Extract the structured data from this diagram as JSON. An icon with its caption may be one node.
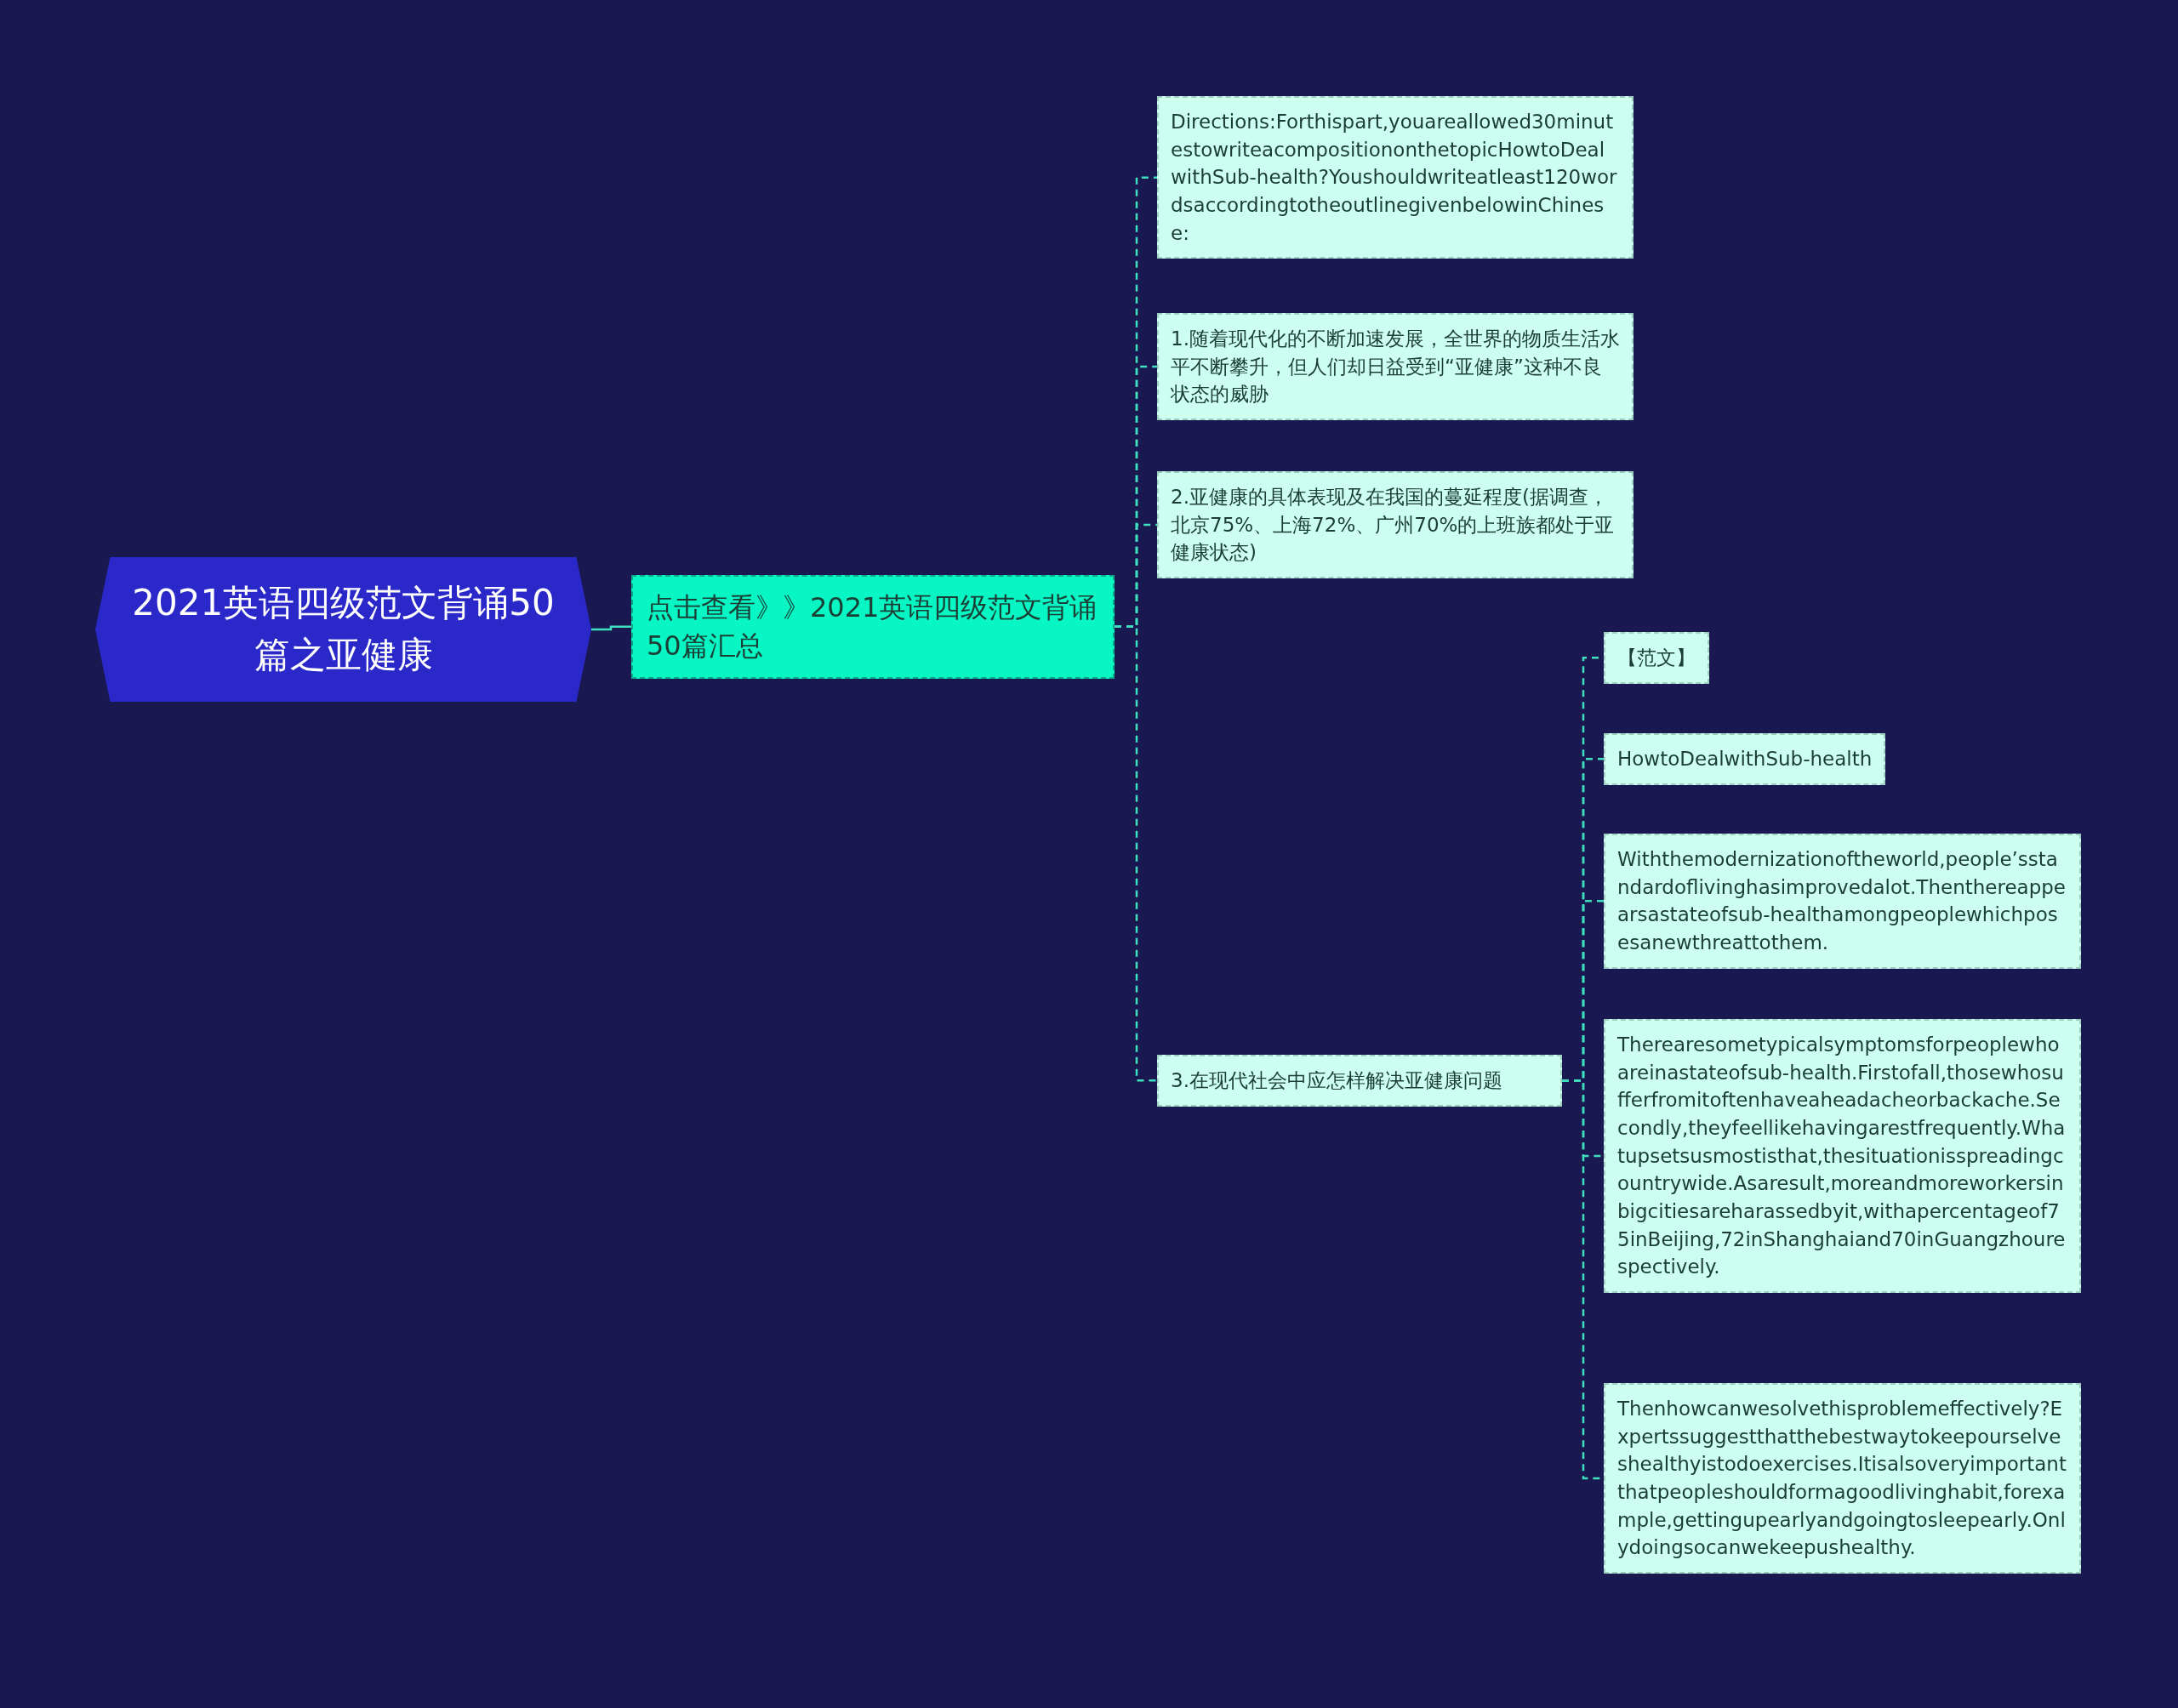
{
  "diagram": {
    "nodes": [
      {
        "text": [
          "2021英语四级范文背诵50篇之亚健康"
        ]
      },
      {
        "text": [
          "点击查看》》2021英语四级范文背诵50篇汇总"
        ]
      },
      {
        "text": [
          "Directions:Forthispart,youareallowed30minutestowriteacompositiononthetopicHowtoDealwithSub-health?Youshouldwriteatleast120wordsaccordingtotheoutlinegivenbelowinChinese:"
        ]
      },
      {
        "text": [
          "1.随着现代化的不断加速发展，全世界的物质生活水平不断攀升，但人们却日益受到“亚健康”这种不良状态的威胁"
        ]
      },
      {
        "text": [
          "2.亚健康的具体表现及在我国的蔓延程度(据调查，北京75%、上海72%、广州70%的上班族都处于亚健康状态)"
        ]
      },
      {
        "text": [
          "3.在现代社会中应怎样解决亚健康问题"
        ]
      },
      {
        "text": [
          "【范文】"
        ]
      },
      {
        "text": [
          "HowtoDealwithSub-health"
        ]
      },
      {
        "text": [
          "Withthemodernizationoftheworld,people’sstandardoflivinghasimprovedalot.Thenthereappearsastateofsub-healthamongpeoplewhichposesanewthreattothem."
        ]
      },
      {
        "text": [
          "Therearesometypicalsymptomsforpeoplewhoareinastateofsub-health.Firstofall,thosewhosufferfromitoftenhaveaheadacheorbackache.Secondly,theyfeellikehavingarestfrequently.Whatupsetsusmostisthat,thesituationisspreadingcountrywide.Asaresult,moreandmoreworkersinbigcitiesareharassedbyit,withapercentageof75inBeijing,72inShanghaiand70inGuangzhourespectively."
        ]
      },
      {
        "text": [
          "Thenhowcanwesolvethisproblemeffectively?Expertssuggestthatthebestwaytokeepourselveshealthyistodoexercises.Itisalsoveryimportantthatpeopleshouldformagoodlivinghabit,forexample,gettingupearlyandgoingtosleepearly.Onlydoingsocanwekeepushealthy."
        ]
      }
    ],
    "edges": [
      {
        "from": 0,
        "to": 1,
        "arrow": "none"
      },
      {
        "from": 1,
        "to": 2,
        "arrow": "none",
        "style": "dashed"
      },
      {
        "from": 1,
        "to": 3,
        "arrow": "none",
        "style": "dashed"
      },
      {
        "from": 1,
        "to": 4,
        "arrow": "none",
        "style": "dashed"
      },
      {
        "from": 1,
        "to": 5,
        "arrow": "none",
        "style": "dashed"
      },
      {
        "from": 5,
        "to": 6,
        "arrow": "none",
        "style": "dashed"
      },
      {
        "from": 5,
        "to": 7,
        "arrow": "none",
        "style": "dashed"
      },
      {
        "from": 5,
        "to": 8,
        "arrow": "none",
        "style": "dashed"
      },
      {
        "from": 5,
        "to": 9,
        "arrow": "none",
        "style": "dashed"
      },
      {
        "from": 5,
        "to": 10,
        "arrow": "none",
        "style": "dashed"
      }
    ]
  }
}
